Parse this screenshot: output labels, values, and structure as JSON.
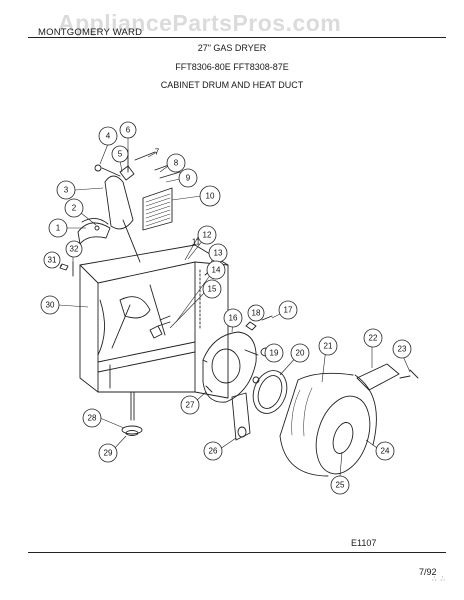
{
  "header": {
    "watermark": "AppliancePartsPros.com",
    "manufacturer": "MONTGOMERY WARD",
    "title": "27\" GAS DRYER",
    "models": "FFT8306-80E   FFT8308-87E",
    "subtitle": "CABINET DRUM AND HEAT DUCT"
  },
  "callouts": [
    "1",
    "2",
    "3",
    "4",
    "5",
    "6",
    "7",
    "8",
    "9",
    "10",
    "11",
    "12",
    "13",
    "14",
    "15",
    "16",
    "17",
    "18",
    "19",
    "20",
    "21",
    "22",
    "23",
    "24",
    "25",
    "26",
    "27",
    "28",
    "29",
    "30",
    "31",
    "32"
  ],
  "footer": {
    "reference": "E1107",
    "date": "7/92",
    "corner_mark": "∴ ∴"
  }
}
